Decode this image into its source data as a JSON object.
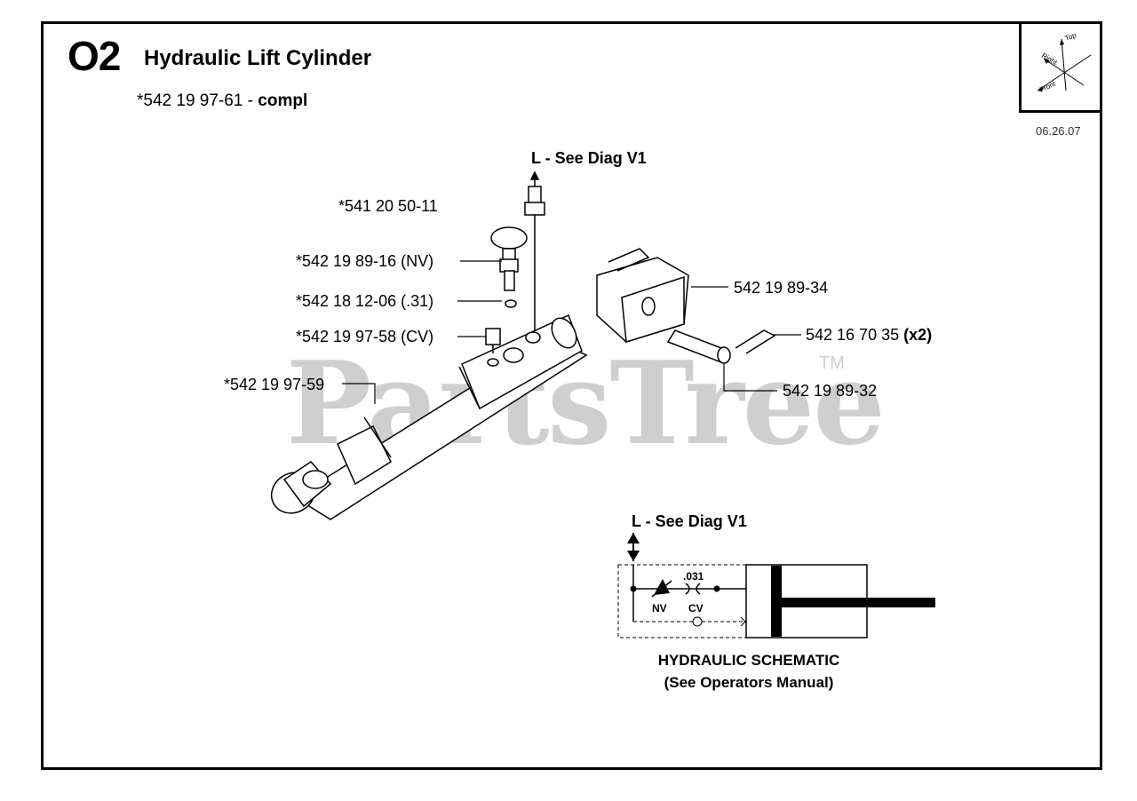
{
  "header": {
    "section_code": "O2",
    "title": "Hydraulic Lift Cylinder",
    "assembly_part": "*542 19 97-61",
    "assembly_sep": " - ",
    "assembly_suffix": "compl",
    "date": "06.26.07"
  },
  "orientation": {
    "top": "Top",
    "right": "Right",
    "front": "Front"
  },
  "watermark": {
    "text": "PartsTree",
    "tm": "TM"
  },
  "diagram_ref_top": "L - See Diag V1",
  "parts": [
    {
      "text": "*541 20 50-11"
    },
    {
      "text": "*542 19 89-16 (NV)"
    },
    {
      "text": "*542 18 12-06 (.31)"
    },
    {
      "text": "*542 19 97-58 (CV)"
    },
    {
      "text": "*542 19 97-59"
    },
    {
      "text": "542 19 89-34"
    },
    {
      "text": "542 16 70 35",
      "qty": "(x2)"
    },
    {
      "text": "542 19 89-32"
    }
  ],
  "schematic": {
    "ref": "L - See Diag V1",
    "orifice": ".031",
    "nv": "NV",
    "cv": "CV",
    "title": "HYDRAULIC SCHEMATIC",
    "subtitle": "(See Operators Manual)"
  }
}
